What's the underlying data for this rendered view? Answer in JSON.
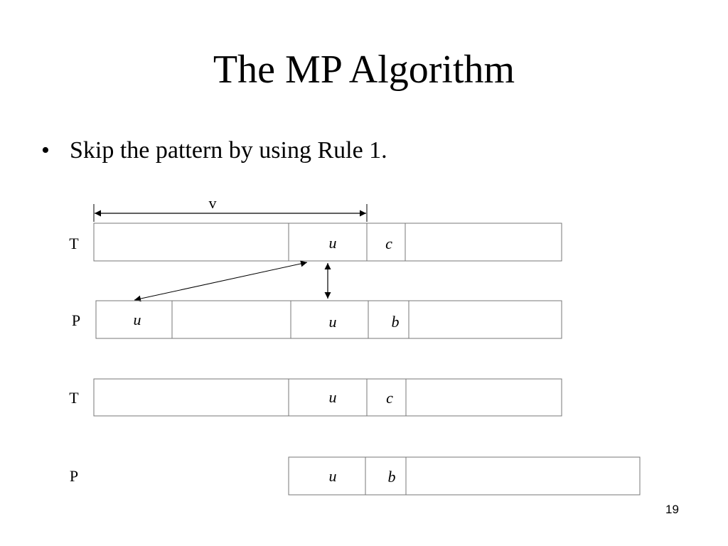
{
  "slide": {
    "title": "The MP Algorithm",
    "bullet_marker": "•",
    "bullet": "Skip the pattern by using Rule 1.",
    "page_number": "19"
  },
  "diagram": {
    "span_label": "v",
    "rows": [
      {
        "label": "T",
        "cells": [
          "",
          "u",
          "c",
          ""
        ]
      },
      {
        "label": "P",
        "cells": [
          "u",
          "",
          "u",
          "b",
          ""
        ]
      },
      {
        "label": "T",
        "cells": [
          "",
          "u",
          "c",
          ""
        ]
      },
      {
        "label": "P",
        "cells": [
          "u",
          "b",
          ""
        ]
      }
    ]
  }
}
